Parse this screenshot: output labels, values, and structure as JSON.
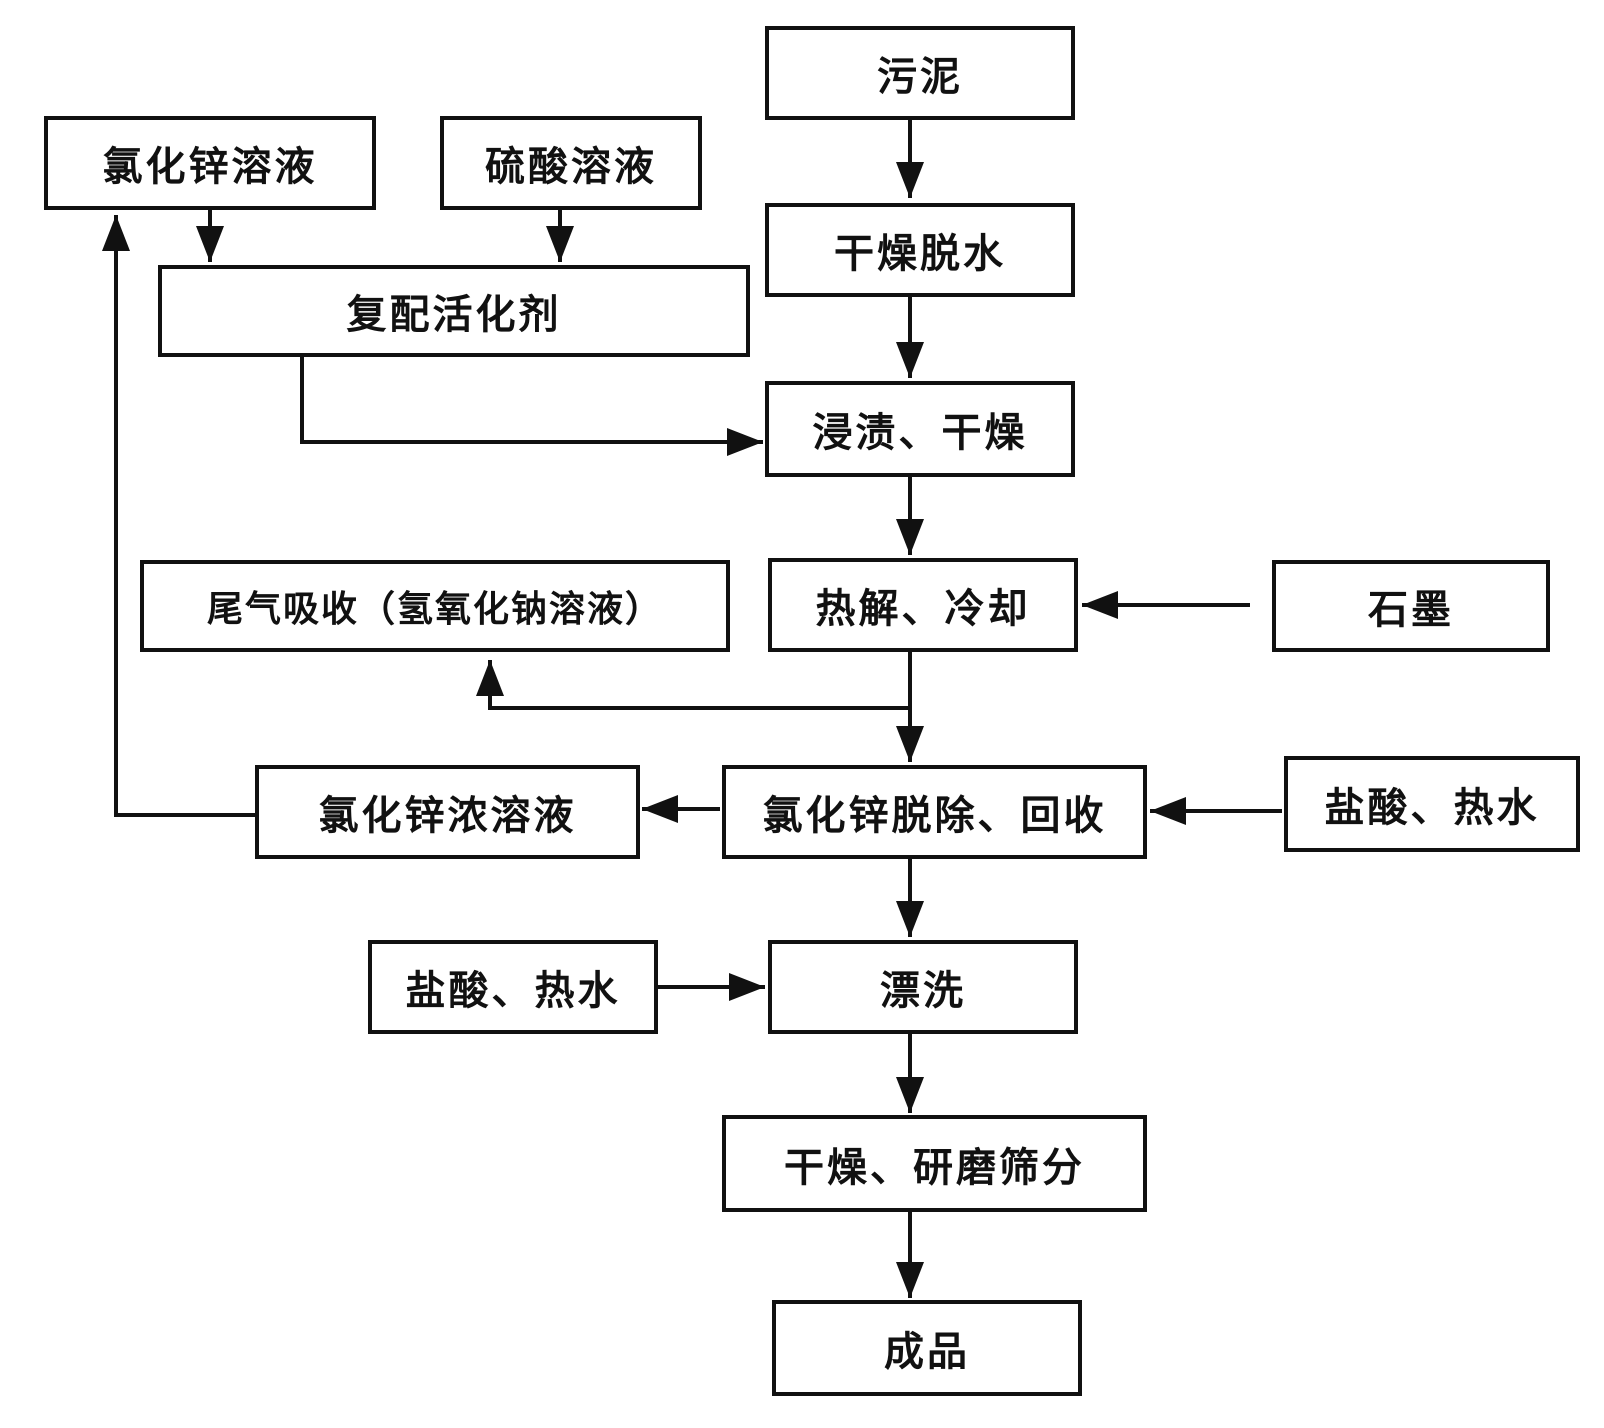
{
  "nodes": {
    "sludge": "污泥",
    "zncl2_solution": "氯化锌溶液",
    "h2so4_solution": "硫酸溶液",
    "dry_dewater": "干燥脱水",
    "compound_activator": "复配活化剂",
    "impregnate_dry": "浸渍、干燥",
    "tail_gas": "尾气吸收（氢氧化钠溶液）",
    "pyrolysis_cool": "热解、冷却",
    "graphite": "石墨",
    "zncl2_conc": "氯化锌浓溶液",
    "zncl2_removal": "氯化锌脱除、回收",
    "hcl_hot_water_right": "盐酸、热水",
    "hcl_hot_water_left": "盐酸、热水",
    "rinse": "漂洗",
    "dry_grind_sieve": "干燥、研磨筛分",
    "product": "成品"
  },
  "colors": {
    "line": "#111111",
    "box_fill": "#ffffff",
    "text": "#111111"
  }
}
